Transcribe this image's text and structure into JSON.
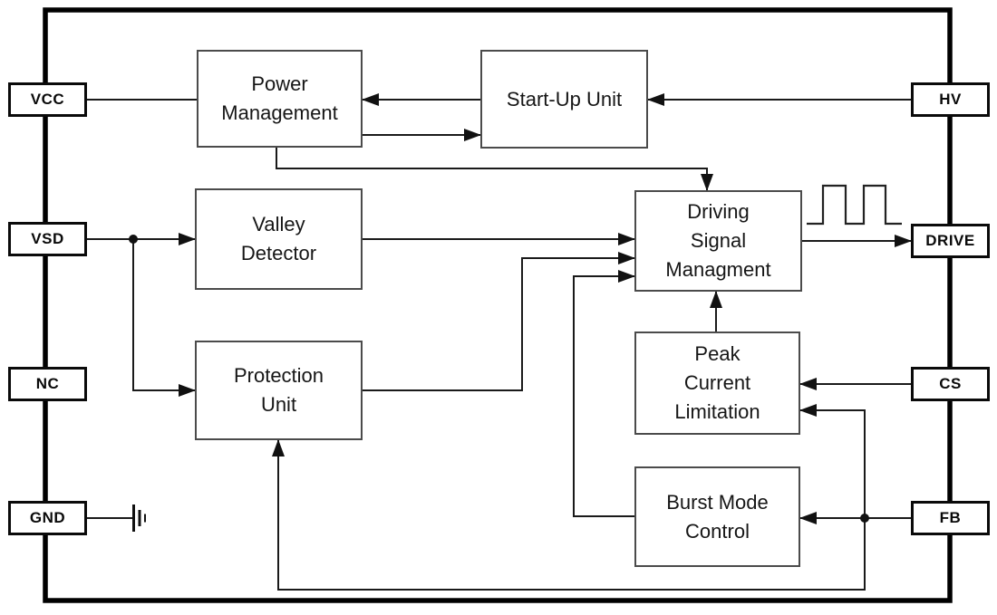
{
  "pins": {
    "left": [
      {
        "label": "VCC"
      },
      {
        "label": "VSD"
      },
      {
        "label": "NC"
      },
      {
        "label": "GND"
      }
    ],
    "right": [
      {
        "label": "HV"
      },
      {
        "label": "DRIVE"
      },
      {
        "label": "CS"
      },
      {
        "label": "FB"
      }
    ]
  },
  "blocks": {
    "power_management": {
      "label": "Power\nManagement"
    },
    "startup_unit": {
      "label": "Start-Up Unit"
    },
    "valley_detector": {
      "label": "Valley\nDetector"
    },
    "protection_unit": {
      "label": "Protection\nUnit"
    },
    "driving_signal_management": {
      "label": "Driving\nSignal\nManagment"
    },
    "peak_current_limitation": {
      "label": "Peak\nCurrent\nLimitation"
    },
    "burst_mode_control": {
      "label": "Burst Mode\nControl"
    }
  },
  "icons": {
    "pulse_waveform": "square-pulse-train",
    "ground": "ground-symbol",
    "junction_dot": "wire-junction"
  },
  "colors": {
    "wire": "#1a1a1a",
    "block_border": "#4b4b4b",
    "pin_border": "#0a0a0a",
    "ic_outline": "#000000",
    "background": "#ffffff"
  },
  "connections": [
    "VCC → Power Management",
    "HV → Start-Up Unit",
    "Start-Up Unit → Power Management",
    "Power Management → Start-Up Unit",
    "Power Management → Driving Signal Managment",
    "VSD → Valley Detector",
    "VSD → Protection Unit",
    "Valley Detector → Driving Signal Managment",
    "Protection Unit → Driving Signal Managment",
    "Burst Mode Control → Driving Signal Managment",
    "Peak Current Limitation → Driving Signal Managment",
    "Driving Signal Managment → DRIVE",
    "CS → Peak Current Limitation",
    "FB → Peak Current Limitation",
    "FB → Burst Mode Control",
    "FB → Protection Unit",
    "GND → ground"
  ]
}
